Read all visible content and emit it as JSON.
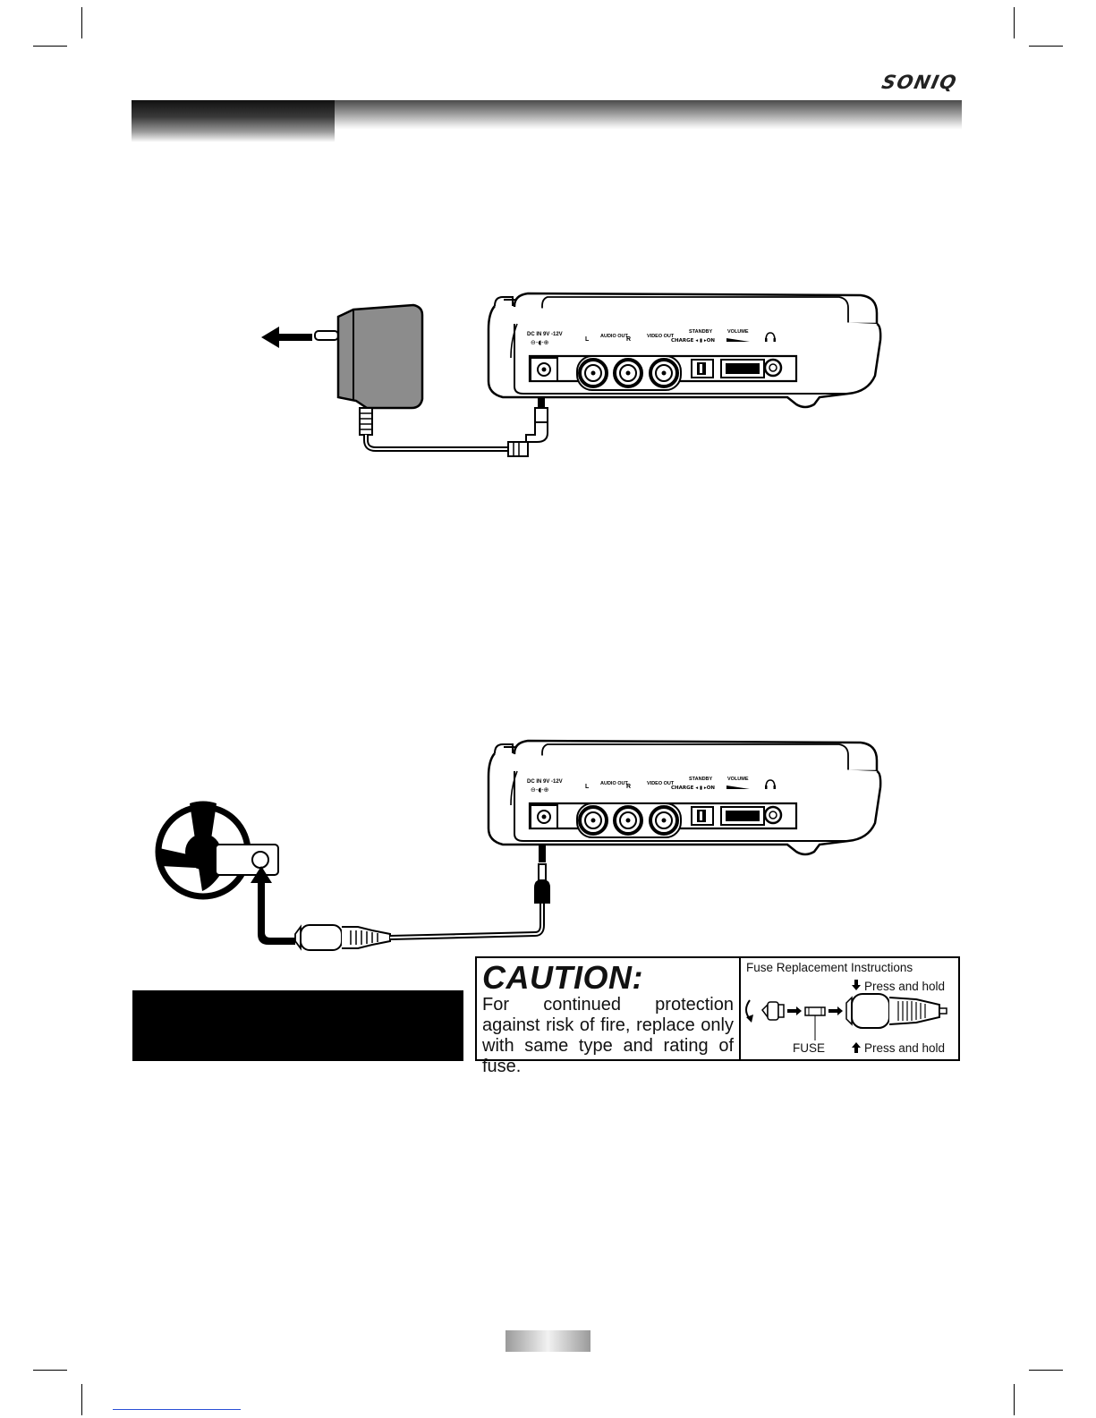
{
  "brand": {
    "logo_text": "SONIQ"
  },
  "player_panel": {
    "dc_in_label": "DC IN 9V -12V",
    "audio_out_label": "AUDIO OUT",
    "video_out_label": "VIDEO OUT",
    "standby_label": "STANDBY",
    "charge_on_label": "CHARGE ◂ ▮ ▸ON",
    "volume_label": "VOLUME",
    "left_channel": "L",
    "right_channel": "R"
  },
  "caution": {
    "title": "CAUTION:",
    "text": "For continued protection against risk of fire, replace only with same type and rating of fuse."
  },
  "fuse_instructions": {
    "title": "Fuse Replacement Instructions",
    "press_hold_top": "Press and hold",
    "press_hold_bottom": "Press and hold",
    "fuse_label": "FUSE"
  }
}
